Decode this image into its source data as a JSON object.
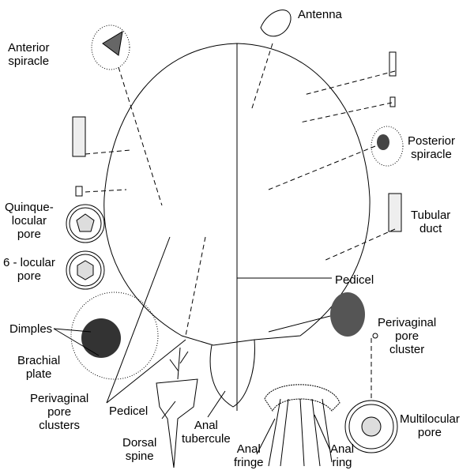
{
  "labels": {
    "anterior_spiracle": [
      "Anterior",
      "spiracle"
    ],
    "antenna": [
      "Antenna"
    ],
    "posterior_spiracle": [
      "Posterior",
      "spiracle"
    ],
    "quinquelocular_pore": [
      "Quinque-",
      "locular",
      "pore"
    ],
    "tubular_duct": [
      "Tubular",
      "duct"
    ],
    "six_locular_pore": [
      "6 - locular",
      "pore"
    ],
    "pedicel_right": [
      "Pedicel"
    ],
    "dimples": [
      "Dimples"
    ],
    "brachial_plate": [
      "Brachial",
      "plate"
    ],
    "perivaginal_pore_cluster": [
      "Perivaginal",
      "pore",
      "cluster"
    ],
    "perivaginal_pore_clusters": [
      "Perivaginal",
      "pore",
      "clusters"
    ],
    "pedicel_bottom": [
      "Pedicel"
    ],
    "anal_tubercule": [
      "Anal",
      "tubercule"
    ],
    "dorsal_spine": [
      "Dorsal",
      "spine"
    ],
    "anal_fringe": [
      "Anal",
      "fringe"
    ],
    "anal_ring": [
      "Anal",
      "ring"
    ],
    "multilocular_pore": [
      "Multilocular",
      "pore"
    ]
  }
}
